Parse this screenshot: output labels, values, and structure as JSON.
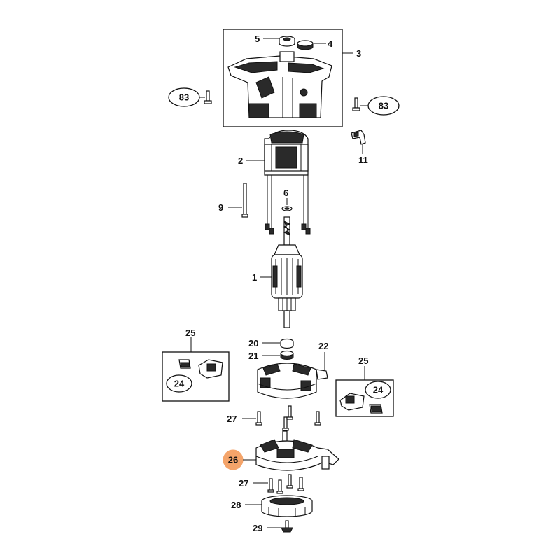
{
  "callouts": {
    "c1": "1",
    "c2": "2",
    "c3": "3",
    "c4": "4",
    "c5": "5",
    "c6": "6",
    "c9": "9",
    "c11": "11",
    "c20": "20",
    "c21": "21",
    "c22": "22",
    "c25a": "25",
    "c25b": "25",
    "c24a": "24",
    "c24b": "24",
    "c26": "26",
    "c27a": "27",
    "c27b": "27",
    "c28": "28",
    "c29": "29",
    "c83a": "83",
    "c83b": "83"
  },
  "colors": {
    "highlight": "#f4a46a",
    "line": "#111111"
  }
}
